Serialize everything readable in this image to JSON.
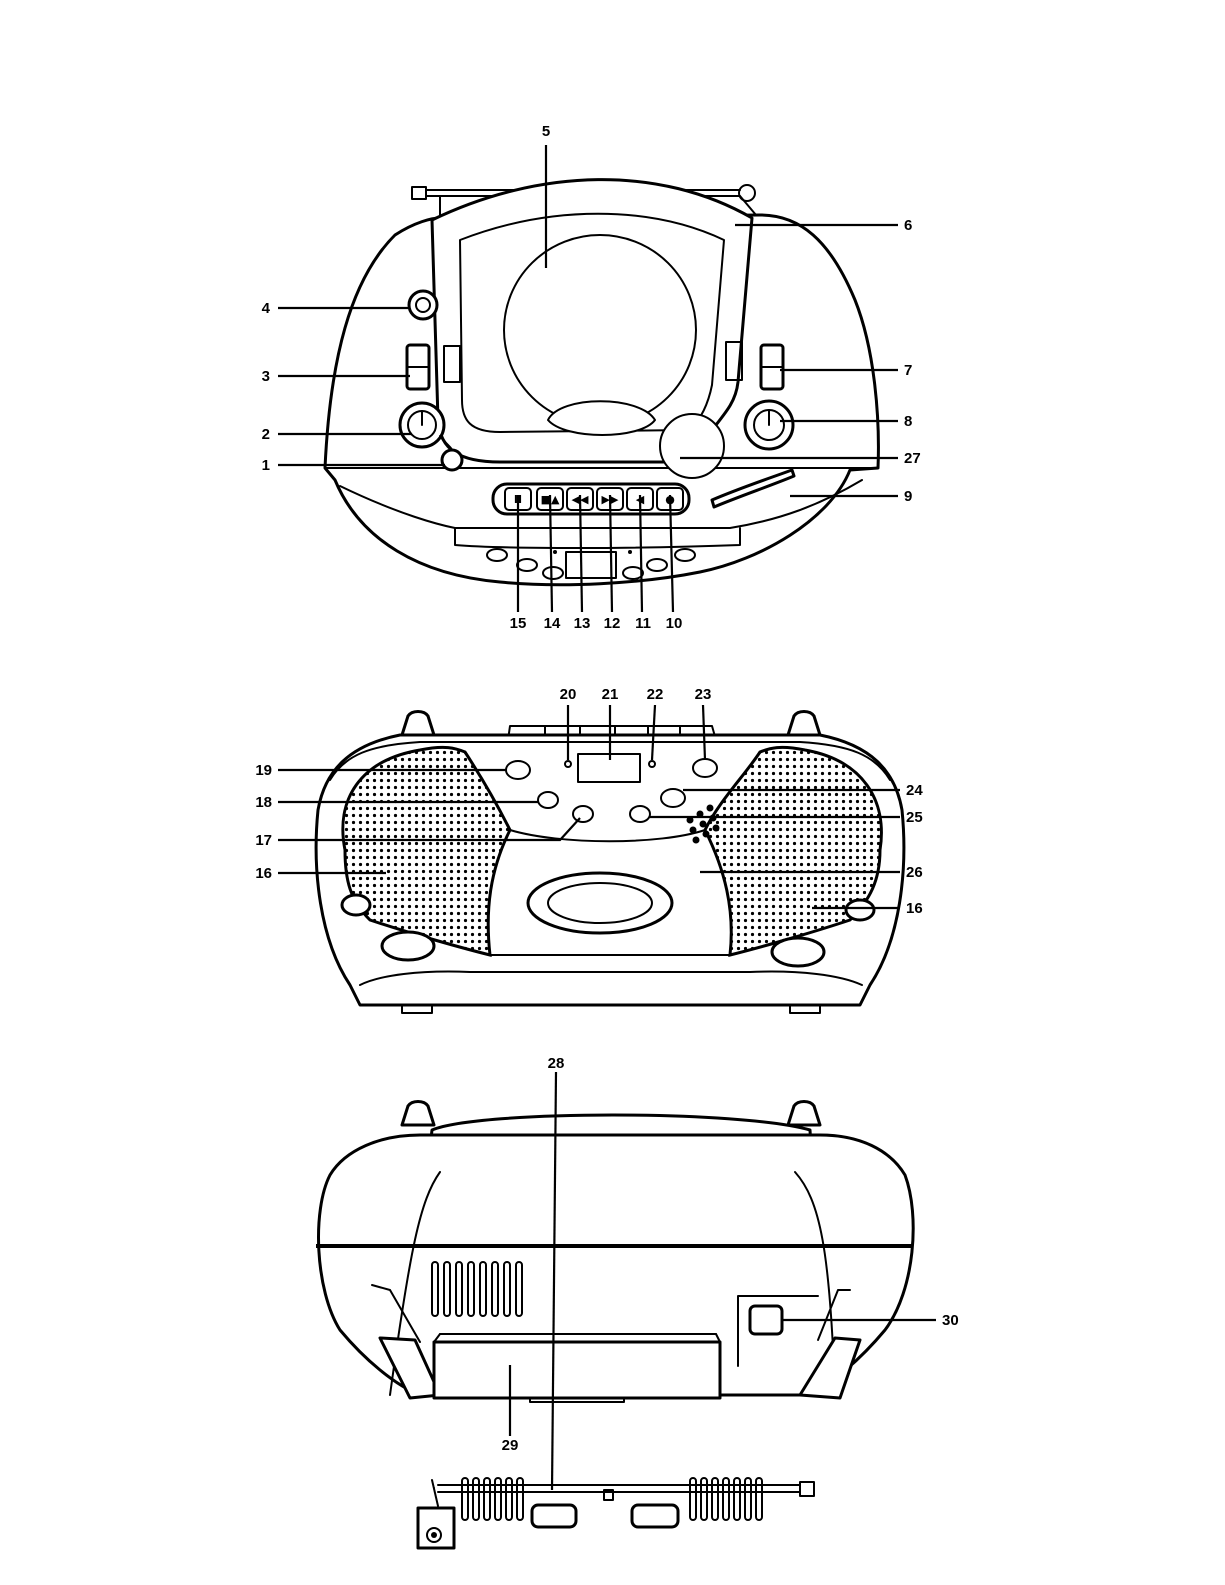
{
  "figure": {
    "views": [
      "top-view",
      "front-view",
      "rear-view"
    ]
  },
  "callouts": {
    "c1": "1",
    "c2": "2",
    "c3": "3",
    "c4": "4",
    "c5": "5",
    "c6": "6",
    "c7": "7",
    "c8": "8",
    "c9": "9",
    "c10": "10",
    "c11": "11",
    "c12": "12",
    "c13": "13",
    "c14": "14",
    "c15": "15",
    "c16a": "16",
    "c16b": "16",
    "c17": "17",
    "c18": "18",
    "c19": "19",
    "c20": "20",
    "c21": "21",
    "c22": "22",
    "c23": "23",
    "c24": "24",
    "c25": "25",
    "c26": "26",
    "c27": "27",
    "c28": "28",
    "c29": "29",
    "c30": "30"
  },
  "button_glyphs": {
    "pause": "II",
    "stop_eject": "■▲",
    "rewind": "◀◀",
    "fast_forward": "▶▶",
    "play": "◀",
    "record": "●"
  }
}
